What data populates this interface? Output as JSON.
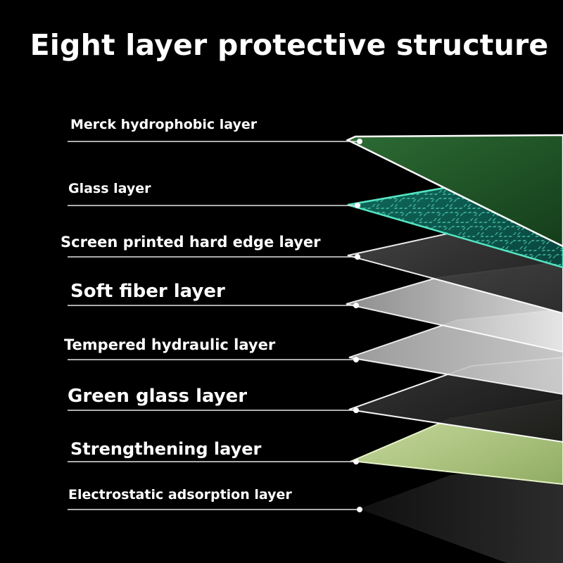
{
  "title": "Eight layer protective structure",
  "layers": [
    {
      "label": "Merck hydrophobic layer",
      "color": "#1f5a28"
    },
    {
      "label": "Glass layer",
      "color": "#0c5a4e"
    },
    {
      "label": "Screen printed hard edge layer",
      "color": "#3a3a3a"
    },
    {
      "label": "Soft fiber layer",
      "color": "#cfcfcf"
    },
    {
      "label": "Tempered hydraulic layer",
      "color": "#d8d8d8"
    },
    {
      "label": "Green glass layer",
      "color": "#2a2a2a"
    },
    {
      "label": "Strengthening layer",
      "color": "#b8d08e"
    },
    {
      "label": "Electrostatic adsorption layer",
      "color": "#1c1c1c"
    }
  ]
}
